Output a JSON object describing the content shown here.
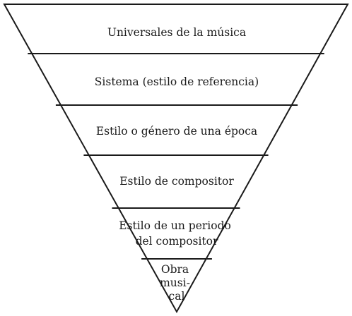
{
  "pyramid": {
    "levels": [
      {
        "lines": [
          "Universales de la música"
        ]
      },
      {
        "lines": [
          "Sistema (estilo de referencia)"
        ]
      },
      {
        "lines": [
          "Estilo o género de una época"
        ]
      },
      {
        "lines": [
          "Estilo de compositor"
        ]
      },
      {
        "lines": [
          "Estilo de un periodo",
          "del compositor"
        ]
      },
      {
        "lines": [
          "Obra",
          "musi-",
          "cal"
        ]
      }
    ]
  },
  "colors": {
    "stroke": "#1a1a1a",
    "background": "#ffffff"
  }
}
